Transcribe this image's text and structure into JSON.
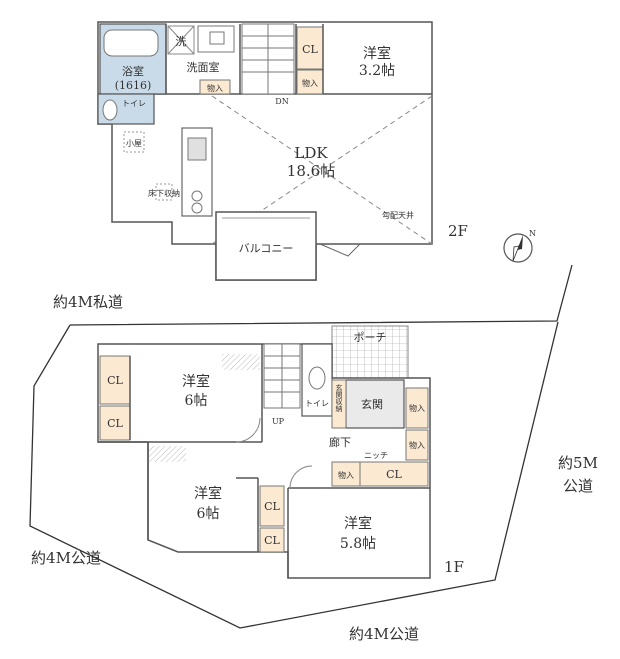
{
  "floor2": {
    "label": "2F",
    "rooms": {
      "bath": "浴室",
      "bath_size": "(1616)",
      "washroom": "洗面室",
      "wash_mark": "洗",
      "toilet": "トイレ",
      "closet": "CL",
      "storage_wash": "物入",
      "storage_west": "物入",
      "western_room": "洋室",
      "western_size": "3.2帖",
      "ldk": "LDK",
      "ldk_size": "18.6帖",
      "balcony": "バルコニー",
      "underfloor": "床下収納",
      "atrium": "勾配天井",
      "stairs_dn": "DN",
      "attic": "小屋"
    }
  },
  "floor1": {
    "label": "1F",
    "rooms": {
      "porch": "ポーチ",
      "entrance": "玄関",
      "shoe_storage": "玄関収納",
      "hallway": "廊下",
      "niche": "ニッチ",
      "toilet": "トイレ",
      "stairs_up": "UP",
      "room1": "洋室",
      "room1_size": "6帖",
      "room2": "洋室",
      "room2_size": "6帖",
      "room3": "洋室",
      "room3_size": "5.8帖",
      "cl": "CL",
      "storage": "物入"
    }
  },
  "roads": {
    "private_road": "約4M私道",
    "road_west": "約4M公道",
    "road_south": "約4M公道",
    "road_east_line1": "約5M",
    "road_east_line2": "公道"
  },
  "compass": "N",
  "colors": {
    "wall": "#555555",
    "closet_fill": "#fbe9d2",
    "bath_fill": "#c9dbe9",
    "entrance_fill": "#eaeaea"
  }
}
